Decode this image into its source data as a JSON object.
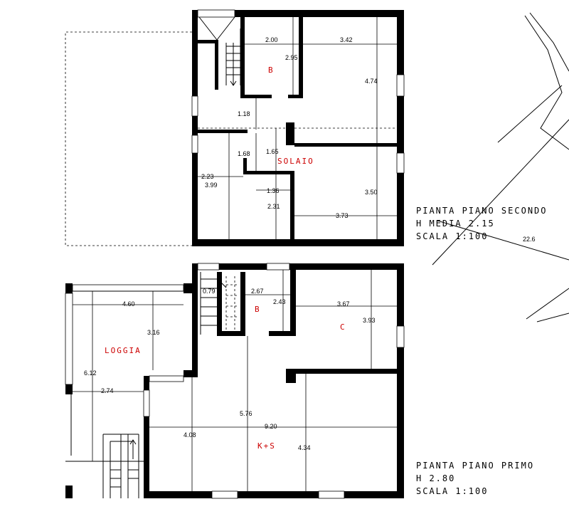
{
  "upper_floor": {
    "title_line1": "PIANTA PIANO SECONDO",
    "title_line2": "H MEDIA 2.15",
    "title_line3": "SCALA 1:100",
    "room_b": "B",
    "room_solaio": "SOLAIO",
    "dims": [
      "2.00",
      "3.42",
      "2.95",
      "4.74",
      "1.18",
      "1.68",
      "1.65",
      "2.23",
      "3.99",
      "1.36",
      "2.31",
      "3.50",
      "3.73"
    ]
  },
  "lower_floor": {
    "title_line1": "PIANTA PIANO PRIMO",
    "title_line2": "H 2.80",
    "title_line3": "SCALA 1:100",
    "room_loggia": "LOGGIA",
    "room_b": "B",
    "room_c": "C",
    "room_ks": "K+S",
    "dims": [
      "4.60",
      "0.79",
      "2.67",
      "2.43",
      "3.67",
      "3.93",
      "3.16",
      "6.12",
      "2.74",
      "5.76",
      "4.08",
      "9.20",
      "4.34"
    ]
  },
  "site": {
    "dim_label": "22.6"
  }
}
